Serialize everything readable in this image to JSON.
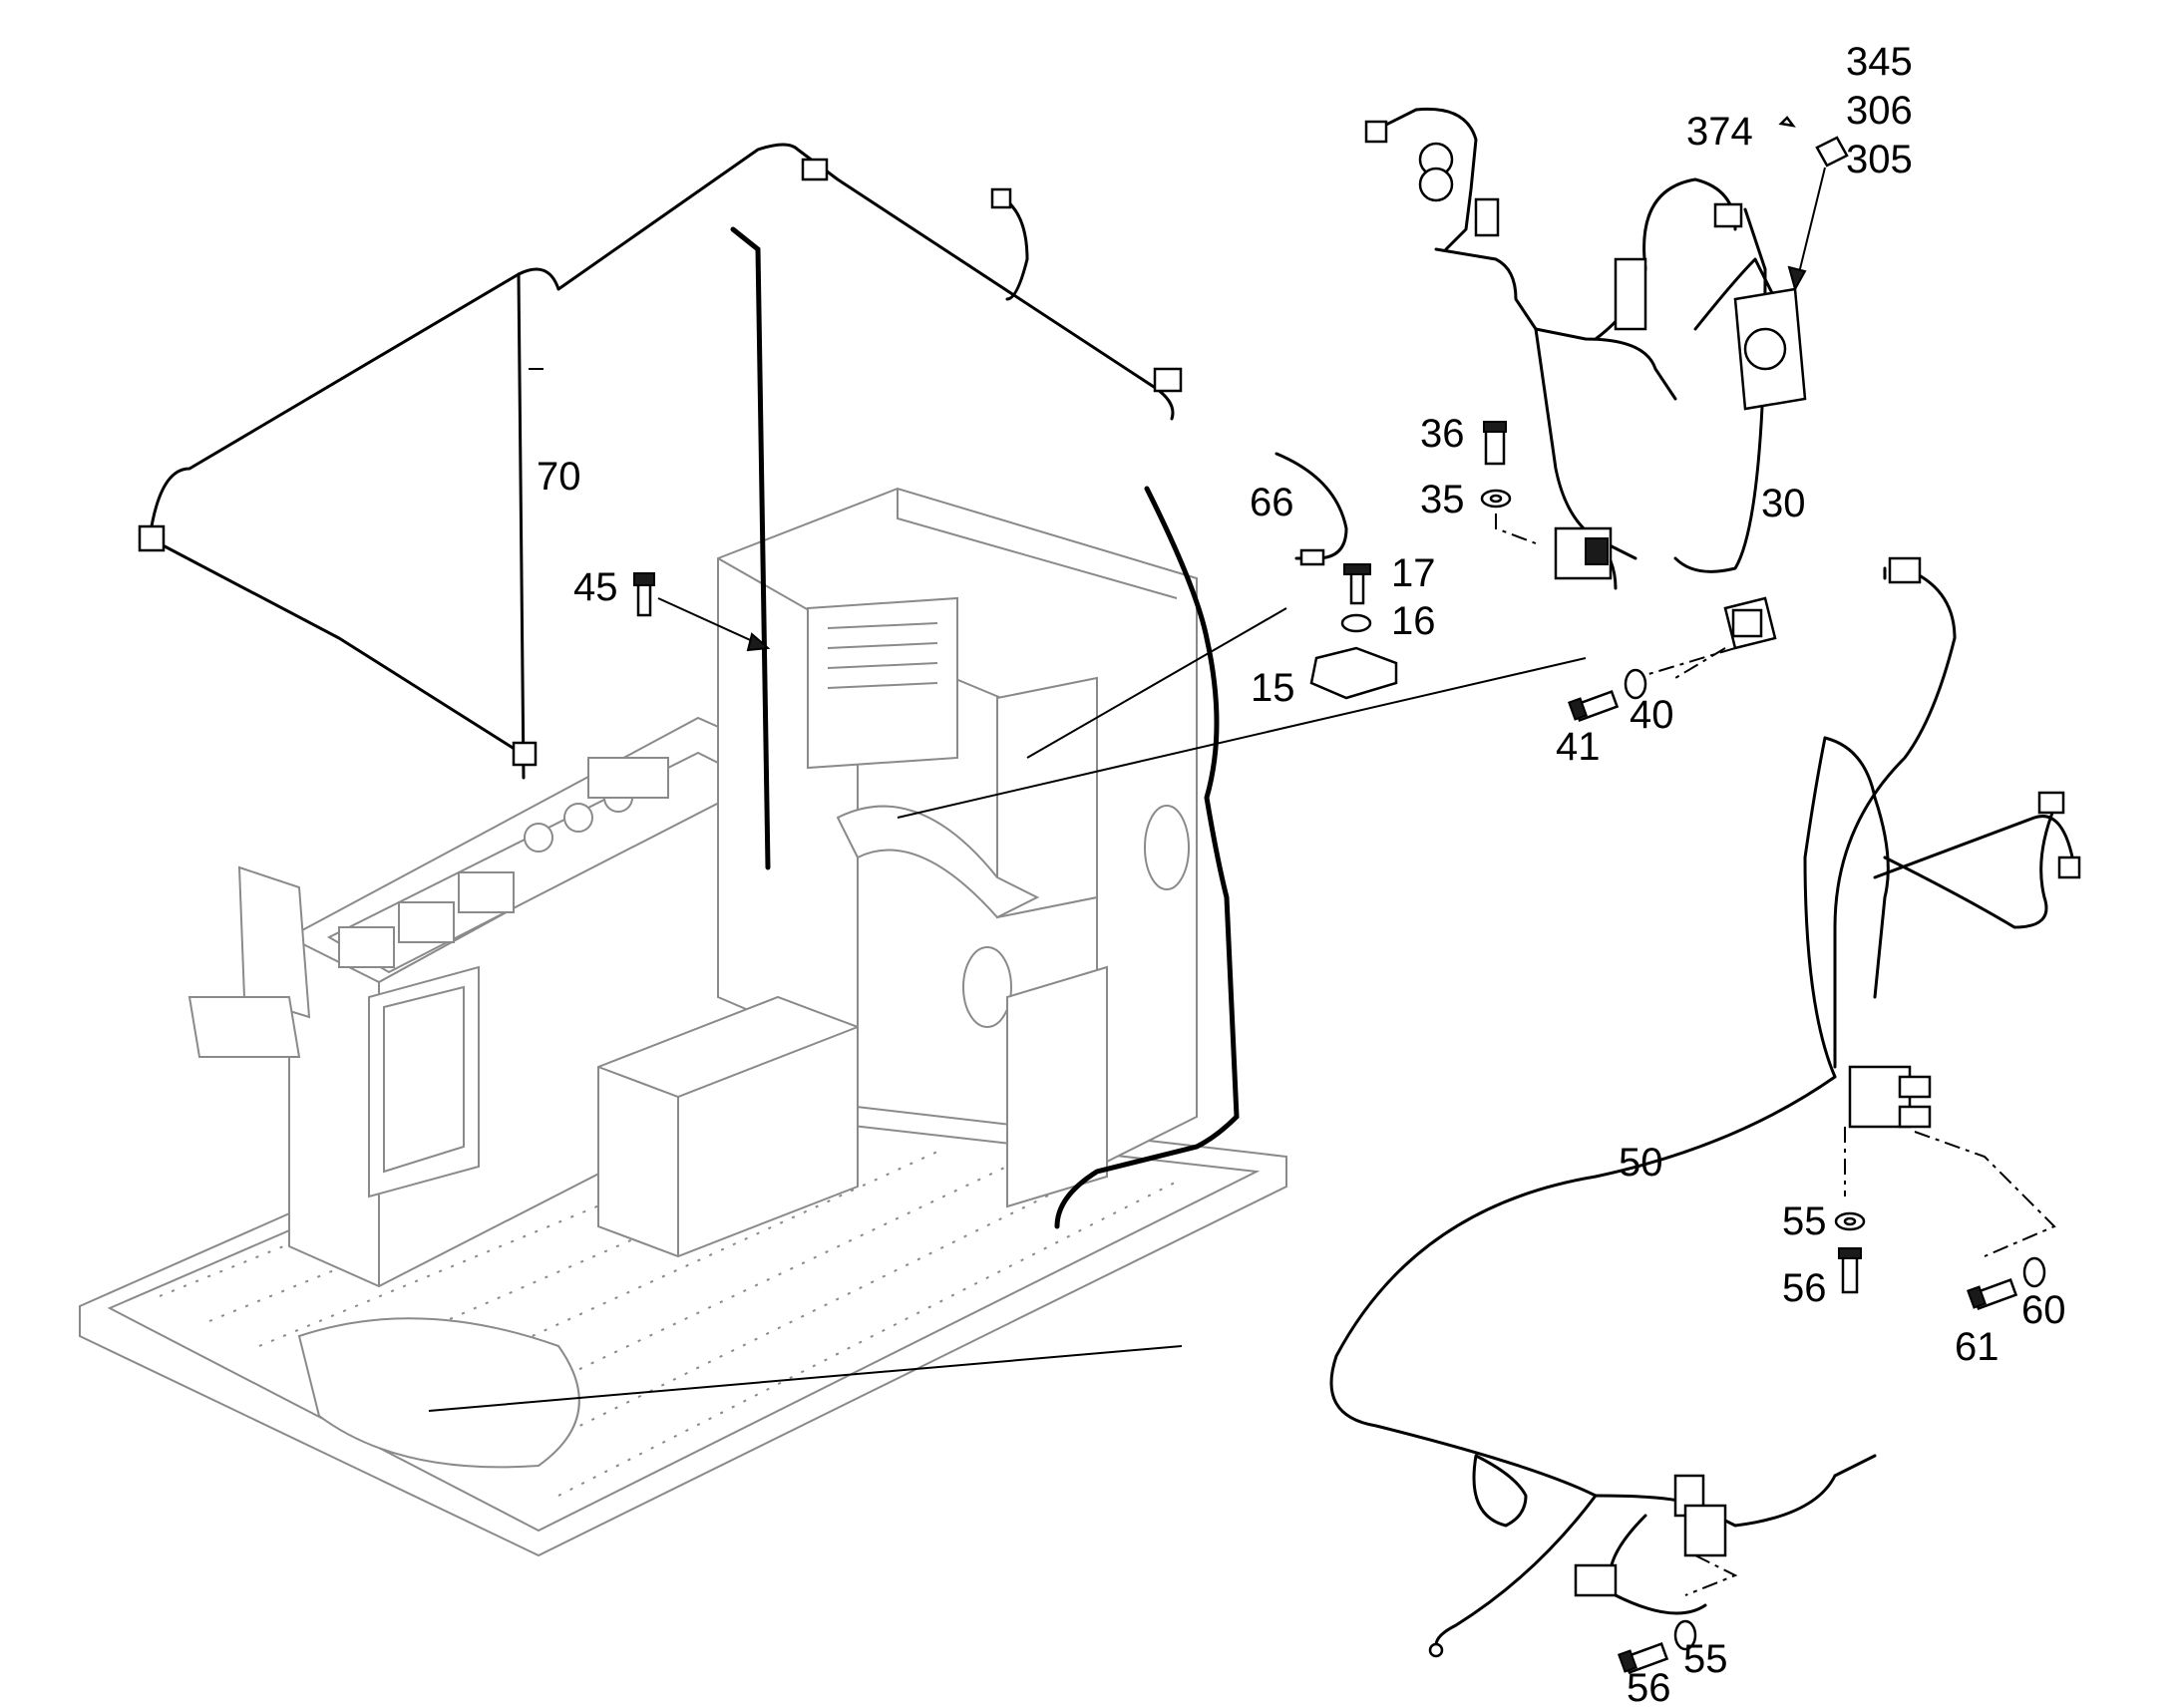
{
  "callouts": [
    {
      "id": "345",
      "text": "345"
    },
    {
      "id": "306",
      "text": "306"
    },
    {
      "id": "374",
      "text": "374"
    },
    {
      "id": "305",
      "text": "305"
    },
    {
      "id": "36",
      "text": "36"
    },
    {
      "id": "35",
      "text": "35"
    },
    {
      "id": "30",
      "text": "30"
    },
    {
      "id": "66",
      "text": "66"
    },
    {
      "id": "17",
      "text": "17"
    },
    {
      "id": "16",
      "text": "16"
    },
    {
      "id": "15",
      "text": "15"
    },
    {
      "id": "70",
      "text": "70"
    },
    {
      "id": "45",
      "text": "45"
    },
    {
      "id": "40",
      "text": "40"
    },
    {
      "id": "41",
      "text": "41"
    },
    {
      "id": "50",
      "text": "50"
    },
    {
      "id": "55a",
      "text": "55"
    },
    {
      "id": "56a",
      "text": "56"
    },
    {
      "id": "60",
      "text": "60"
    },
    {
      "id": "61",
      "text": "61"
    },
    {
      "id": "55b",
      "text": "55"
    },
    {
      "id": "56b",
      "text": "56"
    }
  ]
}
